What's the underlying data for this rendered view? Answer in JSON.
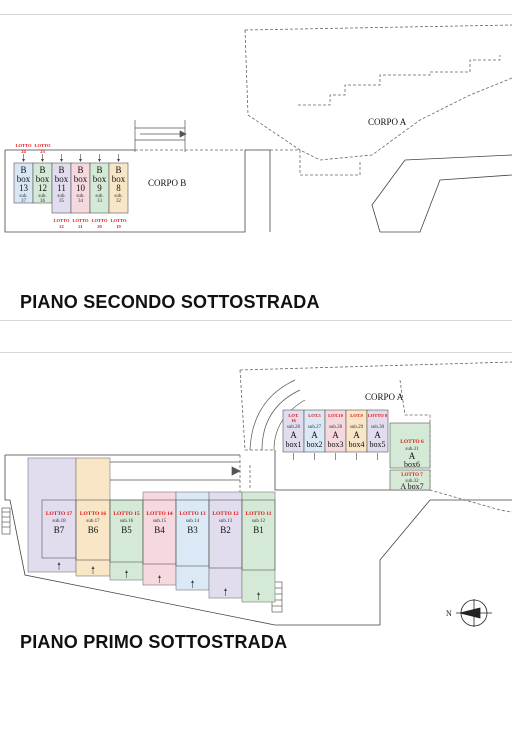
{
  "floor2": {
    "title": "PIANO SECONDO SOTTOSTRADA",
    "corpo_a": "CORPO A",
    "corpo_b": "CORPO B",
    "boxes": [
      {
        "letter": "B",
        "word": "box",
        "num": "13",
        "sub": "sub.",
        "subnum": "37",
        "lotto": "LOTTO",
        "lotto_num": "24",
        "color": "#d9e6f5"
      },
      {
        "letter": "B",
        "word": "box",
        "num": "12",
        "sub": "sub.",
        "subnum": "36",
        "lotto": "LOTTO",
        "lotto_num": "23",
        "color": "#d5ead6"
      },
      {
        "letter": "B",
        "word": "box",
        "num": "11",
        "sub": "sub.",
        "subnum": "35",
        "lotto": "LOTTO",
        "lotto_num": "22",
        "color": "#e2dcef"
      },
      {
        "letter": "B",
        "word": "box",
        "num": "10",
        "sub": "sub.",
        "subnum": "34",
        "lotto": "LOTTO",
        "lotto_num": "21",
        "color": "#f6d9de"
      },
      {
        "letter": "B",
        "word": "box",
        "num": "9",
        "sub": "sub.",
        "subnum": "33",
        "lotto": "LOTTO",
        "lotto_num": "20",
        "color": "#d5ead6"
      },
      {
        "letter": "B",
        "word": "box",
        "num": "8",
        "sub": "sub.",
        "subnum": "32",
        "lotto": "LOTTO",
        "lotto_num": "19",
        "color": "#f8e6c6"
      }
    ]
  },
  "floor1": {
    "title": "PIANO PRIMO SOTTOSTRADA",
    "corpo_a": "CORPO A",
    "north": "N",
    "a_boxes": [
      {
        "lotto": "LOT.",
        "lotto_num": "16",
        "sub": "sub.26",
        "letter": "A",
        "name": "box1",
        "color": "#e2dcef"
      },
      {
        "lotto": "LOT.5",
        "lotto_num": "",
        "sub": "sub.27",
        "letter": "A",
        "name": "box2",
        "color": "#dbe9f6"
      },
      {
        "lotto": "LOT.10",
        "lotto_num": "",
        "sub": "sub.28",
        "letter": "A",
        "name": "box3",
        "color": "#f6d9de"
      },
      {
        "lotto": "LOT.9",
        "lotto_num": "",
        "sub": "sub.29",
        "letter": "A",
        "name": "box4",
        "color": "#f8e6c6"
      },
      {
        "lotto": "LOTTO 8",
        "lotto_num": "",
        "sub": "sub.30",
        "letter": "A",
        "name": "box5",
        "color": "#e2dcef"
      }
    ],
    "a_side": [
      {
        "lotto": "LOTTO 6",
        "sub": "sub.31",
        "letter": "A",
        "name": "box6",
        "color": "#d5ead6"
      },
      {
        "lotto": "LOTTO 7",
        "sub": "sub.32",
        "letter": "A",
        "name": "box7",
        "color": "#d5ead6"
      }
    ],
    "b_boxes": [
      {
        "lotto": "LOTTO 17",
        "sub": "sub.18",
        "name": "B7",
        "color": "#e2dcef"
      },
      {
        "lotto": "LOTTO 16",
        "sub": "sub.17",
        "name": "B6",
        "color": "#f8e6c6"
      },
      {
        "lotto": "LOTTO 15",
        "sub": "sub.16",
        "name": "B5",
        "color": "#d5ead6"
      },
      {
        "lotto": "LOTTO 14",
        "sub": "sub.15",
        "name": "B4",
        "color": "#f6d9de"
      },
      {
        "lotto": "LOTTO 13",
        "sub": "sub.14",
        "name": "B3",
        "color": "#dbe9f6"
      },
      {
        "lotto": "LOTTO 12",
        "sub": "sub.13",
        "name": "B2",
        "color": "#e2dcef"
      },
      {
        "lotto": "LOTTO 11",
        "sub": "sub.12",
        "name": "B1",
        "color": "#d5ead6"
      }
    ]
  }
}
